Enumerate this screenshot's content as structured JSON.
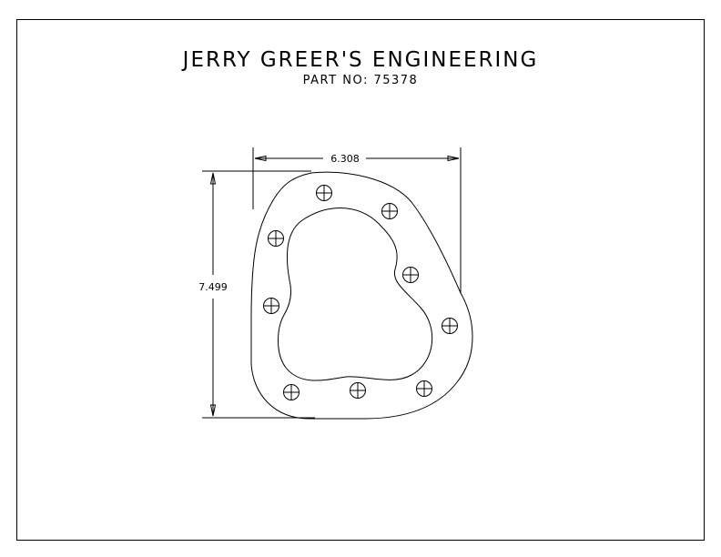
{
  "title_block": {
    "company": "JERRY GREER'S ENGINEERING",
    "part_number_line": "PART NO: 75378"
  },
  "dimensions": {
    "width": "6.308",
    "height": "7.499"
  },
  "bolt_hole_count": 9
}
